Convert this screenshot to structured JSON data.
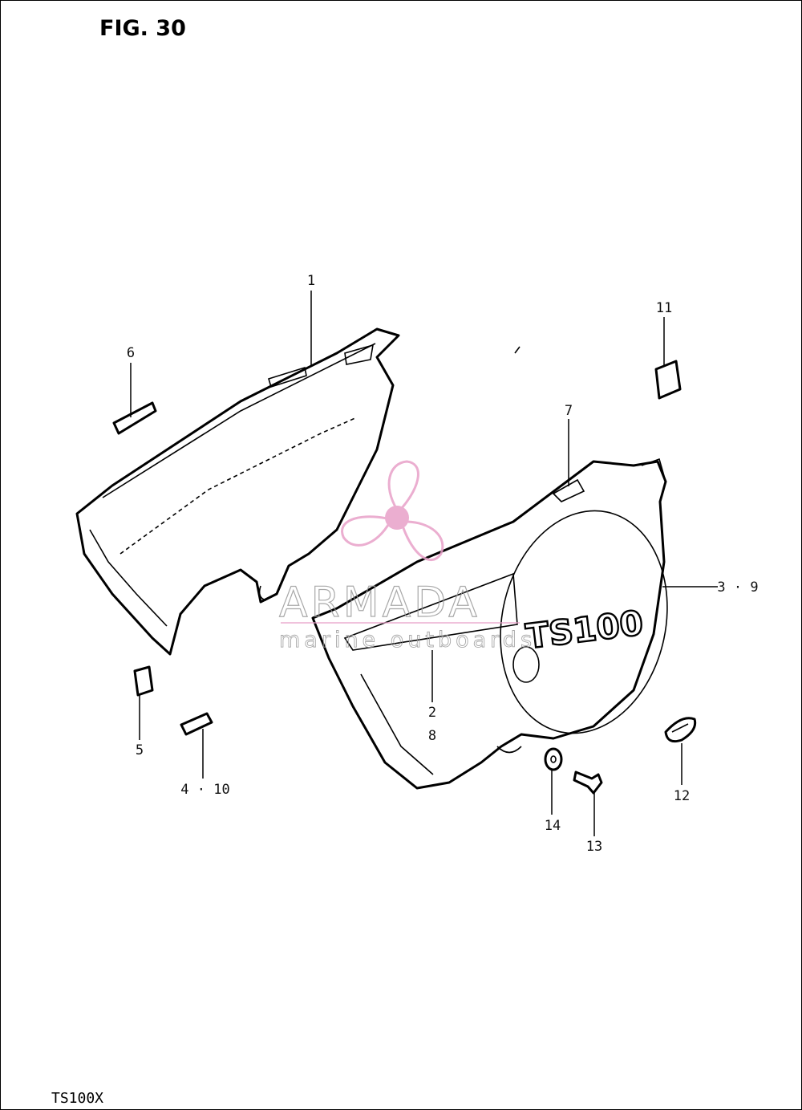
{
  "figure": {
    "title": "FIG. 30",
    "model": "TS100X"
  },
  "decal_text": "TS100",
  "watermark": {
    "brand": "ARMADA",
    "tagline": "marine outboards",
    "logo_icon": "propeller-icon",
    "color": "#e8a0c8"
  },
  "callouts": [
    "1",
    "6",
    "11",
    "7",
    "3 · 9",
    "2",
    "8",
    "5",
    "4 · 10",
    "14",
    "13",
    "12"
  ]
}
